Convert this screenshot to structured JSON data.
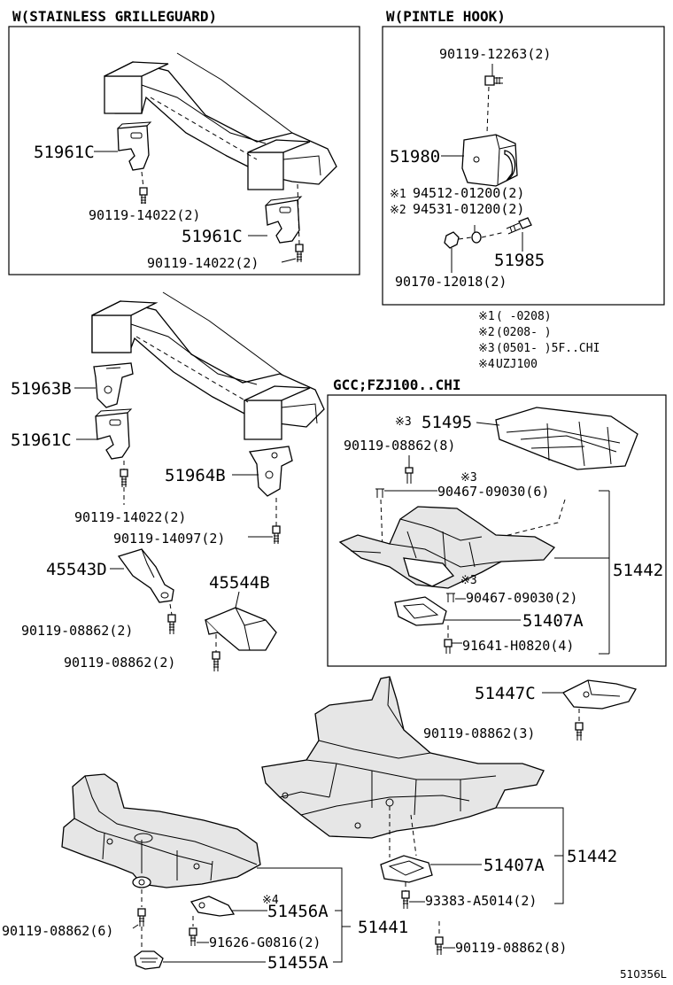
{
  "headers": {
    "grilleguard": "W(STAINLESS GRILLEGUARD)",
    "pintle": "W(PINTLE HOOK)",
    "gcc": "GCC;FZJ100..CHI"
  },
  "labels": {
    "gg_51961c_a": "51961C",
    "gg_bolt_a": "90119-14022(2)",
    "gg_51961c_b": "51961C",
    "gg_bolt_b": "90119-14022(2)",
    "ph_bolt": "90119-12263(2)",
    "ph_51980": "51980",
    "ph_ref1_mark": "※1",
    "ph_ref1": "94512-01200(2)",
    "ph_ref2_mark": "※2",
    "ph_ref2": "94531-01200(2)",
    "ph_51985": "51985",
    "ph_nut": "90170-12018(2)",
    "m_51963b": "51963B",
    "m_51961c": "51961C",
    "m_bolt_a": "90119-14022(2)",
    "m_51964b": "51964B",
    "m_bolt_b": "90119-14097(2)",
    "m_45543d": "45543D",
    "m_bolt_c": "90119-08862(2)",
    "m_45544b": "45544B",
    "m_bolt_d": "90119-08862(2)",
    "g_mark3a": "※3",
    "g_51495": "51495",
    "g_bolt_a": "90119-08862(8)",
    "g_mark3b": "※3",
    "g_bolt_b": "90467-09030(6)",
    "g_51442": "51442",
    "g_mark3c": "※3",
    "g_bolt_c": "90467-09030(2)",
    "g_51407a": "51407A",
    "g_bolt_d": "91641-H0820(4)",
    "b_51447c": "51447C",
    "b_bolt_a": "90119-08862(3)",
    "b_51407a": "51407A",
    "b_51442": "51442",
    "b_bolt_b": "93383-A5014(2)",
    "b_bolt_c": "90119-08862(8)",
    "b_bolt_left": "90119-08862(6)",
    "b_mark4": "※4",
    "b_51456a": "51456A",
    "b_bolt_d": "91626-G0816(2)",
    "b_51441": "51441",
    "b_51455a": "51455A",
    "ref_code": "510356L"
  },
  "notes": [
    {
      "mark": "※1",
      "text": "(      -0208)"
    },
    {
      "mark": "※2",
      "text": "(0208-      )"
    },
    {
      "mark": "※3",
      "text": "(0501-      )5F..CHI"
    },
    {
      "mark": "※4",
      "text": " UZJ100"
    }
  ]
}
